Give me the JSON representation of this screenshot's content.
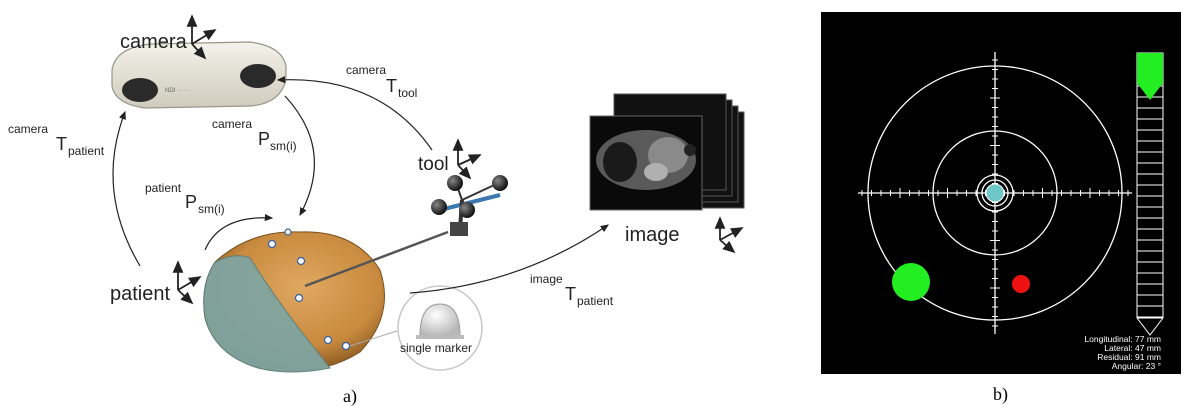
{
  "panel_a": {
    "caption": "a)",
    "labels": {
      "camera": "camera",
      "tool": "tool",
      "image": "image",
      "patient": "patient",
      "single_marker": "single marker"
    },
    "transforms": {
      "cam_t_patient": {
        "sup": "camera",
        "base": "T",
        "sub": "patient"
      },
      "cam_t_tool": {
        "sup": "camera",
        "base": "T",
        "sub": "tool"
      },
      "cam_p_sm": {
        "sup": "camera",
        "base": "P",
        "sub": "sm(i)"
      },
      "pat_p_sm": {
        "sup": "patient",
        "base": "P",
        "sub": "sm(i)"
      },
      "img_t_patient": {
        "sup": "image",
        "base": "T",
        "sub": "patient"
      }
    }
  },
  "panel_b": {
    "caption": "b)",
    "readouts": {
      "longitudinal": "Longitudinal: 77 mm",
      "lateral": "Lateral: 47 mm",
      "residual": "Residual: 91 mm",
      "angular": "Angular: 23 °"
    },
    "colors": {
      "background": "#000000",
      "lines": "#ffffff",
      "green_target": "#22ee22",
      "red_target": "#ee1111",
      "center": "#6fc8c8"
    }
  }
}
